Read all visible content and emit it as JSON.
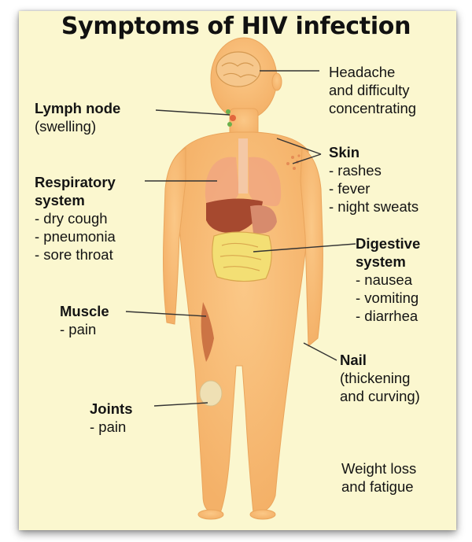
{
  "title": "Symptoms of HIV infection",
  "colors": {
    "background": "#fbf7cf",
    "body": "#f9c07a",
    "text": "#141414"
  },
  "labels": {
    "headache": {
      "lines": [
        "Headache",
        "and difficulty",
        "concentrating"
      ]
    },
    "lymph": {
      "heading": "Lymph node",
      "lines": [
        "(swelling)"
      ]
    },
    "skin": {
      "heading": "Skin",
      "lines": [
        "- rashes",
        "- fever",
        "- night sweats"
      ]
    },
    "respiratory": {
      "heading_lines": [
        "Respiratory",
        "system"
      ],
      "lines": [
        "- dry cough",
        "- pneumonia",
        "- sore throat"
      ]
    },
    "digestive": {
      "heading_lines": [
        "Digestive",
        "system"
      ],
      "lines": [
        "- nausea",
        "-  vomiting",
        "- diarrhea"
      ]
    },
    "muscle": {
      "heading": "Muscle",
      "lines": [
        "- pain"
      ]
    },
    "nail": {
      "heading": "Nail",
      "lines": [
        "(thickening",
        "and curving)"
      ]
    },
    "joints": {
      "heading": "Joints",
      "lines": [
        "- pain"
      ]
    },
    "weight": {
      "lines": [
        "Weight loss",
        "and  fatigue"
      ]
    }
  }
}
